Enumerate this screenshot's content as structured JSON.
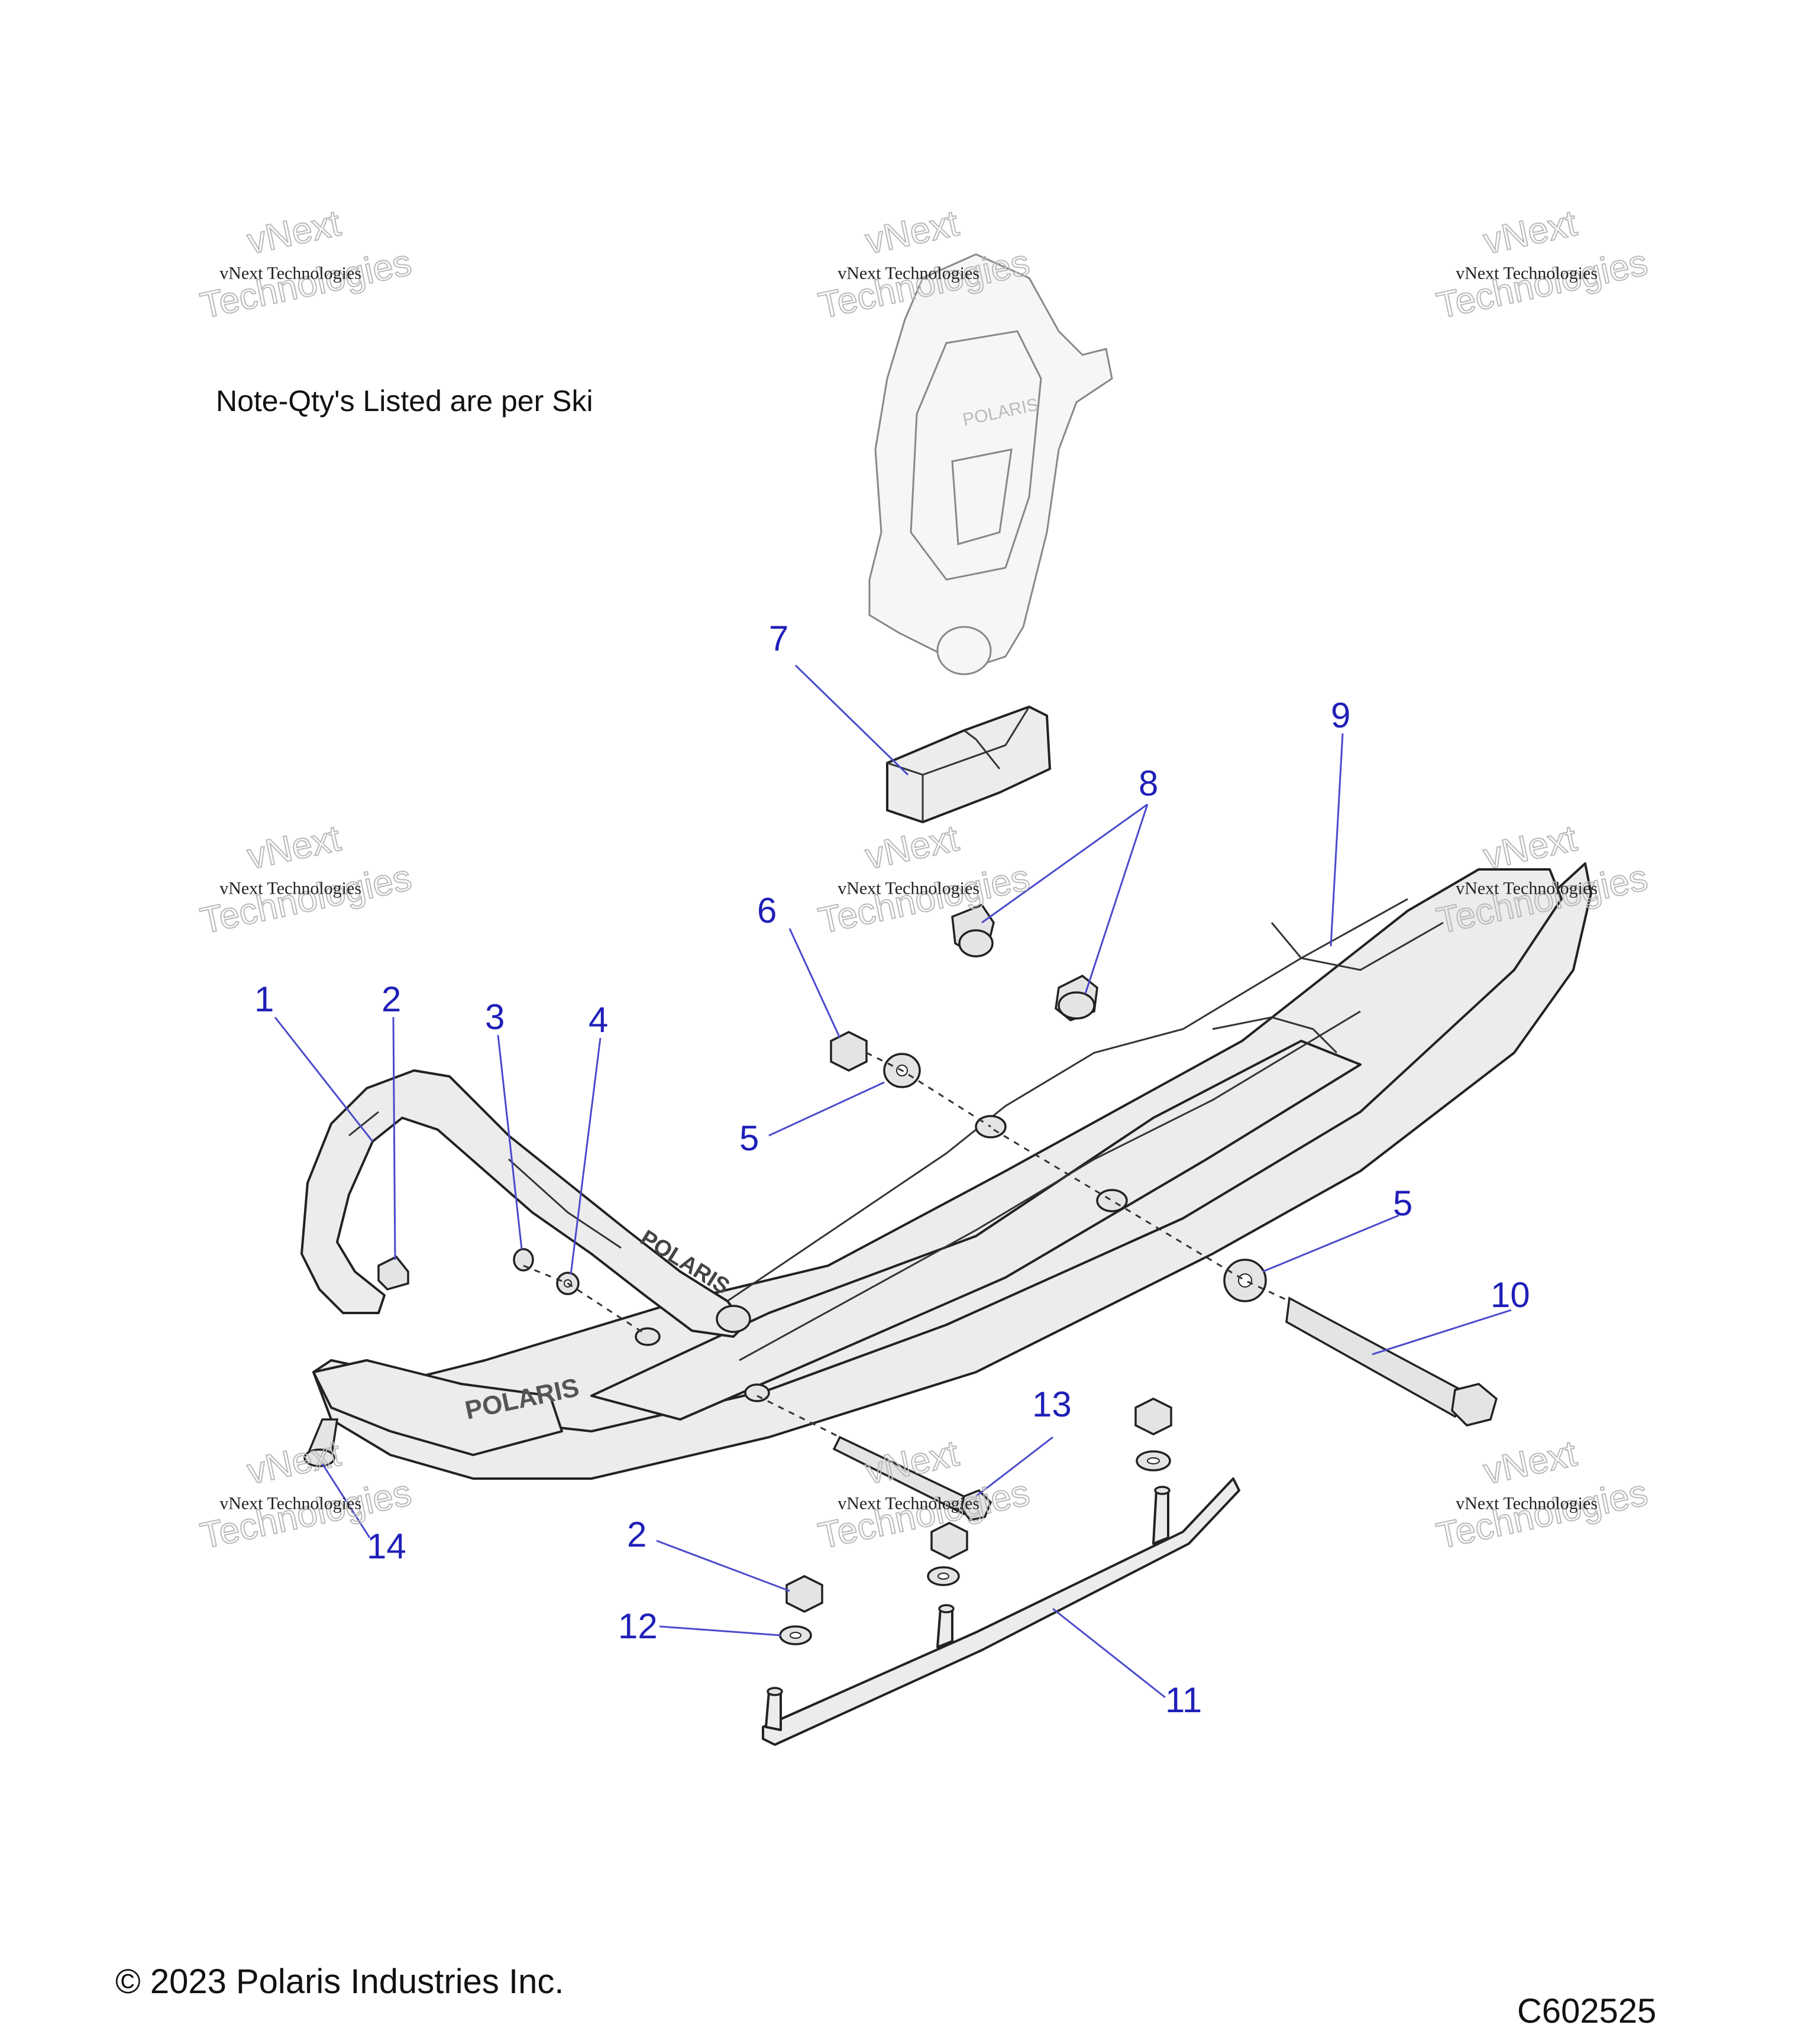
{
  "note": "Note-Qty's Listed are per Ski",
  "copyright": "© 2023 Polaris Industries Inc.",
  "diagram_id": "C602525",
  "watermark": {
    "line1": "vNext Technologies",
    "line2": "vNext",
    "line3": "Technologies"
  },
  "brand_marks": [
    "POLARIS",
    "POLARIS",
    "POLARIS"
  ],
  "callouts": [
    "1",
    "2",
    "3",
    "4",
    "5",
    "6",
    "7",
    "8",
    "9",
    "10",
    "11",
    "12",
    "13",
    "14",
    "2",
    "5"
  ],
  "colors": {
    "callout": "#1f1fb8",
    "line": "#222222",
    "part_fill": "#ececec"
  }
}
